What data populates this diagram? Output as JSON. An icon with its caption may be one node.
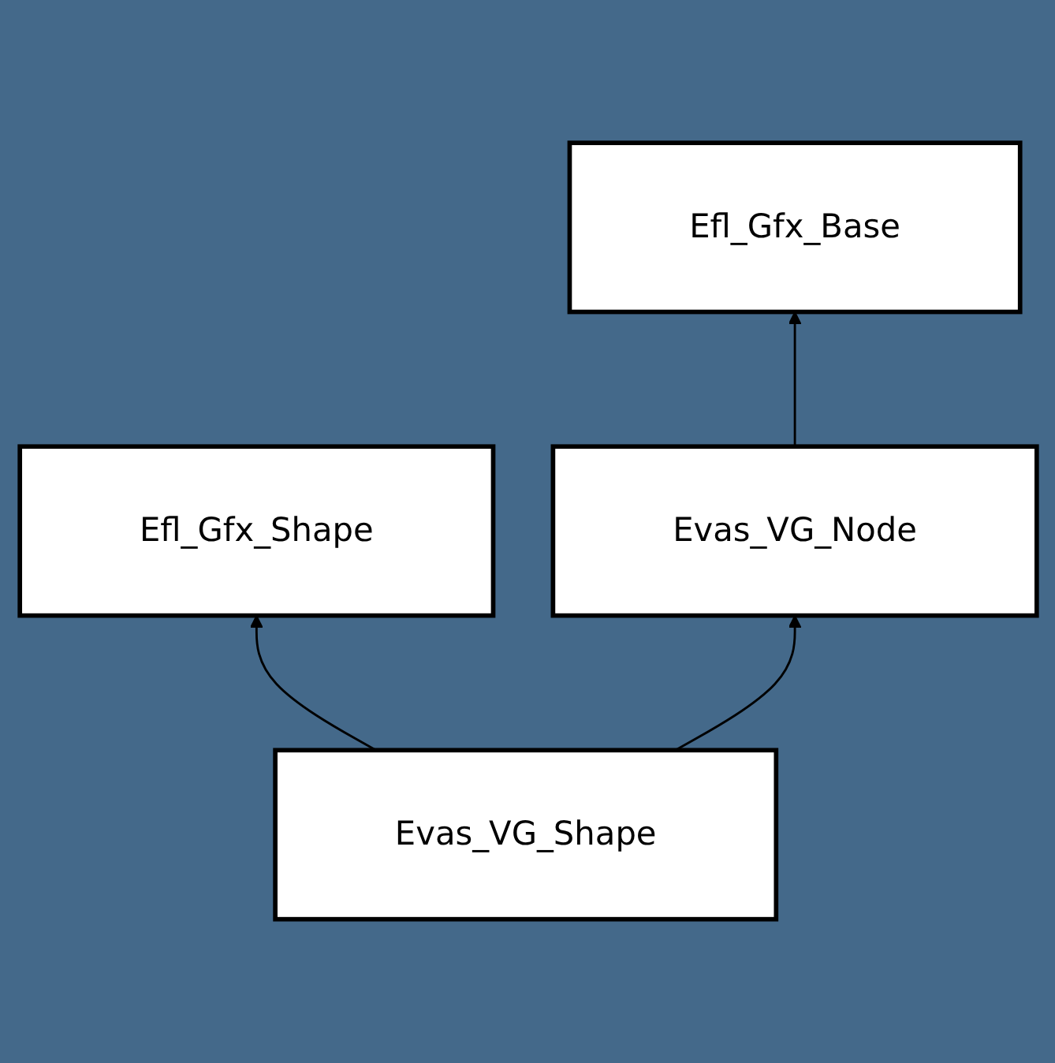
{
  "diagram": {
    "nodes": [
      {
        "text": [
          "Efl_Gfx_Base"
        ]
      },
      {
        "text": [
          "Efl_Gfx_Shape"
        ]
      },
      {
        "text": [
          "Evas_VG_Node"
        ]
      },
      {
        "text": [
          "Evas_VG_Shape"
        ]
      }
    ],
    "edges": [
      {
        "from": 2,
        "to": 0,
        "arrow": "to"
      },
      {
        "from": 3,
        "to": 2,
        "arrow": "to"
      },
      {
        "from": 3,
        "to": 1,
        "arrow": "to"
      }
    ]
  }
}
